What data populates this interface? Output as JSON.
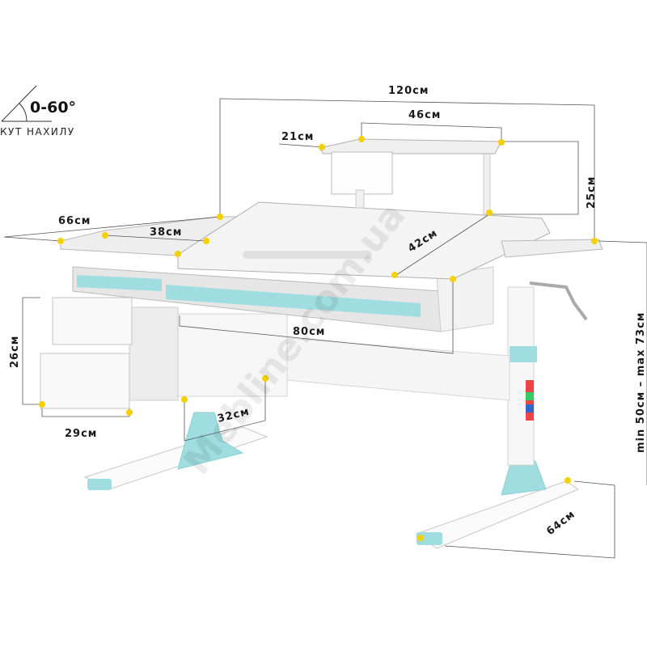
{
  "angle": {
    "value": "0-60°",
    "caption": "КУТ НАХИЛУ"
  },
  "dimensions": {
    "total_width": "120см",
    "shelf_width": "46см",
    "shelf_depth": "21см",
    "shelf_height": "25см",
    "total_depth": "66см",
    "side_depth": "38см",
    "tilt_top_depth": "42см",
    "drawer_height": "26см",
    "tilt_top_width": "80см",
    "drawer_width": "29см",
    "pedestal_depth": "32см",
    "height_range": "min 50см – max 73см",
    "base_depth": "64см"
  },
  "watermark": "Mebline.com.ua",
  "colors": {
    "accent": "#9fdde0",
    "marker": "#f5d000",
    "panel": "#f2f2f2",
    "edge": "#b8b8b8"
  }
}
